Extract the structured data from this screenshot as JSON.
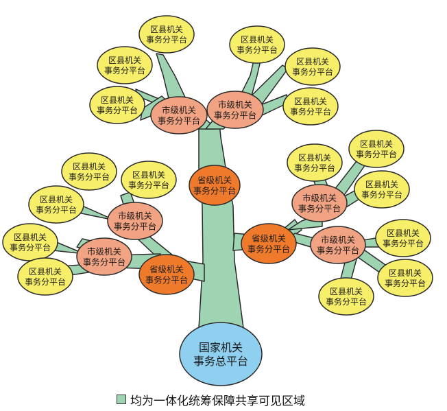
{
  "colors": {
    "trunk": "#9fd4b3",
    "outline": "#2a2a2a",
    "national": "#8fd0f0",
    "provincial": "#f07a2b",
    "municipal": "#f2a383",
    "county": "#f7ee6a"
  },
  "nodes": {
    "national": {
      "line1": "国家机关",
      "line2": "事务总平台"
    },
    "provincial": {
      "line1": "省级机关",
      "line2": "事务分平台"
    },
    "municipal": {
      "line1": "市级机关",
      "line2": "事务分平台"
    },
    "county": {
      "line1": "区县机关",
      "line2": "事务分平台"
    }
  },
  "legend": {
    "label": "均为一体化统筹保障共享可见区域"
  }
}
